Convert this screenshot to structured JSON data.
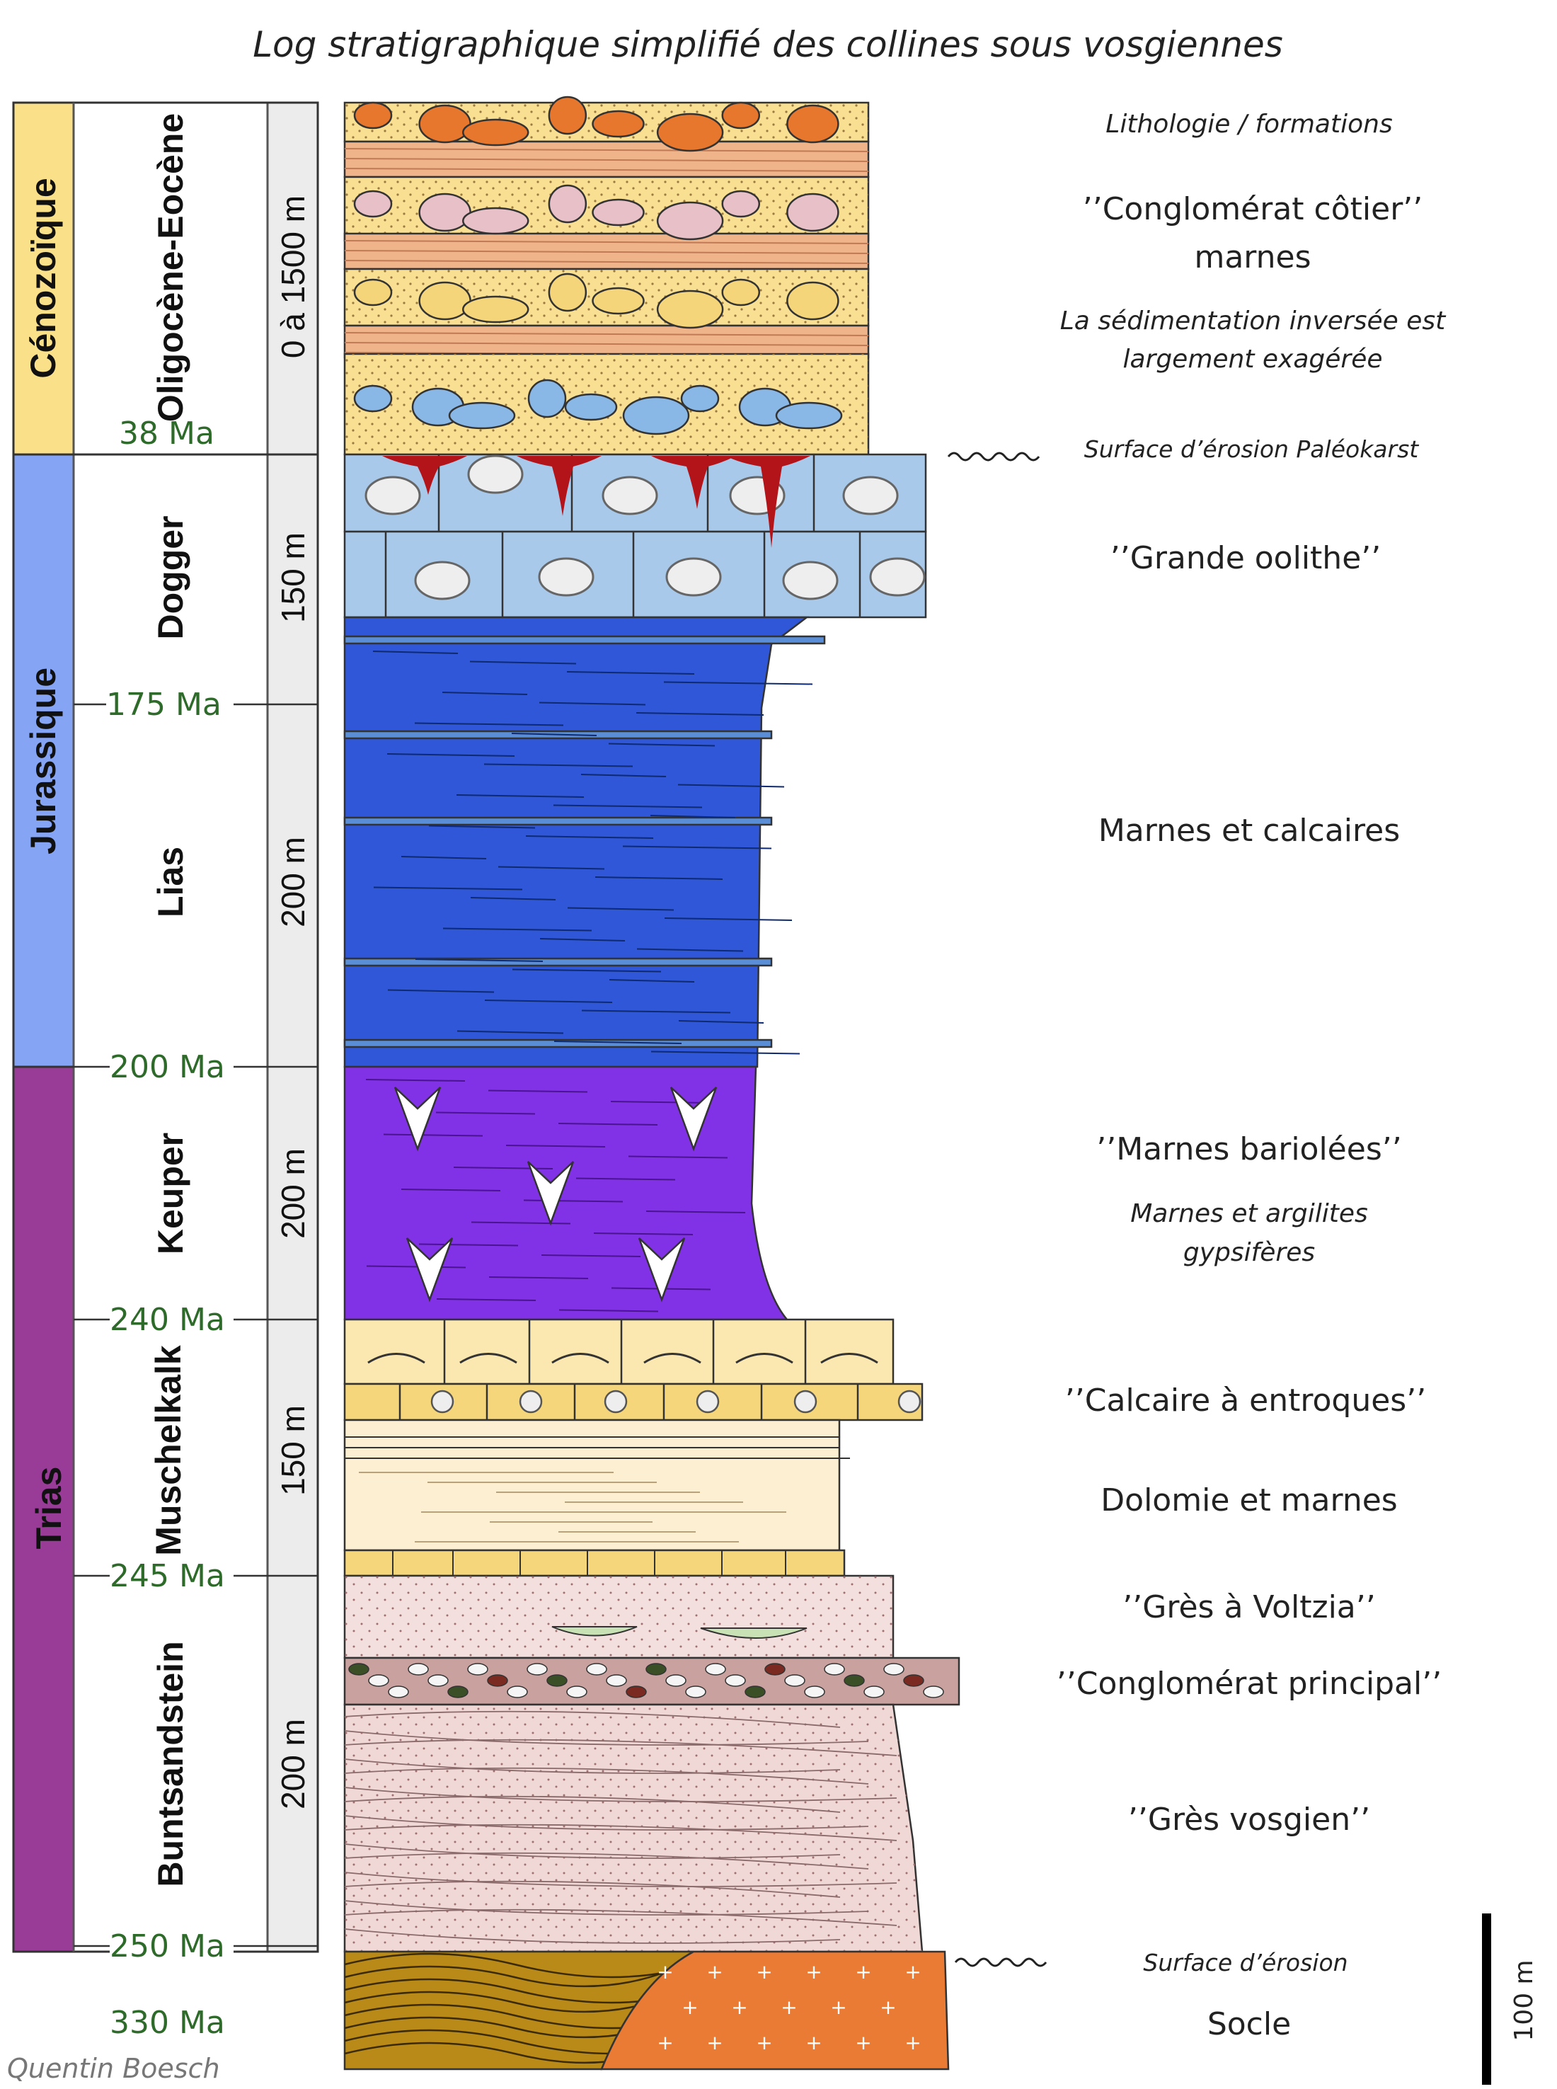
{
  "title": "Log stratigraphique simplifié des collines sous vosgiennes",
  "column_header": "Lithologie / formations",
  "eras": [
    {
      "name": "Cénozoïque",
      "color": "#fbe08a"
    },
    {
      "name": "Jurassique",
      "color": "#86a4f4"
    },
    {
      "name": "Trias",
      "color": "#983c98"
    }
  ],
  "epochs": [
    {
      "name": "Oligocène-Eocène",
      "thickness": "0 à 1500 m"
    },
    {
      "name": "Dogger",
      "thickness": "150 m"
    },
    {
      "name": "Lias",
      "thickness": "200 m"
    },
    {
      "name": "Keuper",
      "thickness": "200 m"
    },
    {
      "name": "Muschelkalk",
      "thickness": "150 m"
    },
    {
      "name": "Buntsandstein",
      "thickness": "200 m"
    }
  ],
  "ages": [
    "38 Ma",
    "175 Ma",
    "200 Ma",
    "240 Ma",
    "245 Ma",
    "250 Ma",
    "330 Ma"
  ],
  "formations": {
    "conglomerat_cotier": "’’Conglomérat côtier’’",
    "marnes": "marnes",
    "note_line1": "La sédimentation inversée est",
    "note_line2": "largement exagérée",
    "paleokarst": "Surface d’érosion Paléokarst",
    "grande_oolithe": "’’Grande oolithe’’",
    "marnes_calcaires": "Marnes et calcaires",
    "marnes_bariolees": "’’Marnes bariolées’’",
    "argilites_line1": "Marnes et argilites",
    "argilites_line2": "gypsifères",
    "calcaire_entroques": "’’Calcaire à entroques’’",
    "dolomie_marnes": "Dolomie et marnes",
    "gres_voltzia": "’’Grès à Voltzia’’",
    "conglomerat_principal": "’’Conglomérat principal’’",
    "gres_vosgien": "’’Grès vosgien’’",
    "surface_erosion": "Surface d’érosion",
    "socle": "Socle"
  },
  "scale_bar": "100 m",
  "author": "Quentin Boesch",
  "colors": {
    "cenozoic_sand": "#f8df92",
    "cenozoic_marl": "#f0b48a",
    "dogger": "#a9c9ea",
    "lias": "#2f57d8",
    "keuper": "#8232e6",
    "muschelkalk_top": "#fbe7b0",
    "entroques": "#f5d67a",
    "dolomie": "#fdf0d2",
    "voltzia": "#f3e0de",
    "conglomerat": "#c9a29f",
    "gres_vosgien": "#efd8d6",
    "socle_schist": "#b98a18",
    "socle_granite": "#e97b35"
  }
}
